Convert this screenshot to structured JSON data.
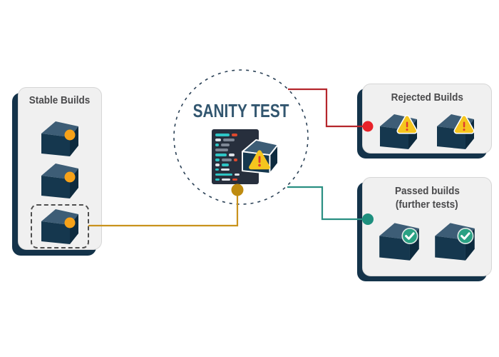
{
  "diagram_title": "SANITY TEST",
  "panels": {
    "stable": {
      "title": "Stable Builds",
      "build_count": 3
    },
    "rejected": {
      "title": "Rejected Builds",
      "build_count": 2
    },
    "passed": {
      "title_line1": "Passed builds",
      "title_line2": "(further tests)",
      "build_count": 2
    }
  },
  "colors": {
    "navy_shadow": "#14334A",
    "panel_bg": "#F0F0F0",
    "panel_border": "#D6D6D6",
    "cube_top": "#3D5D76",
    "cube_front": "#15374E",
    "cube_right": "#0D2A3E",
    "stable_marker_orange": "#F7A219",
    "gold_line": "#C9921C",
    "gold_dot": "#BE8B10",
    "red_line": "#B5262C",
    "red_dot": "#E8222A",
    "teal_line": "#2A8F82",
    "teal_dot": "#1D8F7E",
    "warning_yellow": "#F5C51E",
    "warning_red": "#E03A2F",
    "check_teal": "#2AA183",
    "sanity_title": "#32566F",
    "panel_title": "#4A4A4C",
    "code_bg": "#272F3D",
    "circle_dash": "#2C4257"
  },
  "icons": {
    "build": "cube-icon",
    "stable_marker": "orange-dot-icon",
    "rejected_marker": "warning-triangle-icon",
    "passed_marker": "check-circle-icon",
    "sanity_center": "code-window-icon"
  },
  "code_panel": {
    "bar_colors": {
      "t": "#2EC5C5",
      "w": "#DDE2E8",
      "g": "#7E8795",
      "r": "#E0492E"
    },
    "rows": [
      [
        [
          "t",
          20
        ],
        [
          "r",
          8
        ]
      ],
      [
        [
          "w",
          8
        ],
        [
          "g",
          16
        ]
      ],
      [
        [
          "t",
          5
        ],
        [
          "g",
          12
        ]
      ],
      [
        [
          "g",
          18
        ]
      ],
      [
        [
          "t",
          16
        ],
        [
          "w",
          8
        ]
      ],
      [
        [
          "t",
          6
        ],
        [
          "g",
          14
        ],
        [
          "r",
          5
        ]
      ],
      [
        [
          "w",
          6
        ],
        [
          "t",
          10
        ]
      ],
      [
        [
          "t",
          5
        ],
        [
          "w",
          12
        ]
      ],
      [
        [
          "t",
          24
        ],
        [
          "w",
          7
        ]
      ],
      [
        [
          "t",
          6
        ],
        [
          "w",
          12
        ],
        [
          "r",
          7
        ]
      ]
    ]
  }
}
